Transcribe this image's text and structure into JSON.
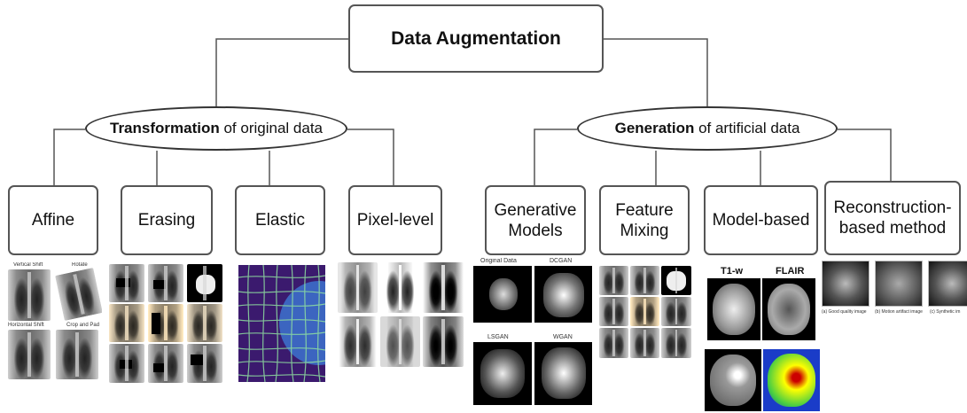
{
  "root": {
    "title": "Data Augmentation"
  },
  "branches": [
    {
      "bold": "Transformation",
      "rest": " of original data"
    },
    {
      "bold": "Generation",
      "rest": " of artificial data"
    }
  ],
  "methods": {
    "affine": "Affine",
    "erasing": "Erasing",
    "elastic": "Elastic",
    "pixel_level": "Pixel-level",
    "generative_line1": "Generative",
    "generative_line2": "Models",
    "feature_line1": "Feature",
    "feature_line2": "Mixing",
    "model_based": "Model-based",
    "reconstruction_line1": "Reconstruction-",
    "reconstruction_line2": "based method"
  },
  "affine_captions": {
    "tl": "Vertical Shift",
    "tr": "Rotate",
    "bl": "Horizontal Shift",
    "br": "Crop and Pad"
  },
  "gan_captions": {
    "tl": "Original Data",
    "tr": "DCGAN",
    "bl": "LSGAN",
    "br": "WGAN"
  },
  "mri_captions": {
    "t1": "T1-w",
    "flair": "FLAIR"
  },
  "recon_captions": {
    "a": "(a) Good quality image",
    "b": "(b) Motion artifact image",
    "c": "(c) Synthetic im"
  },
  "colors": {
    "line": "#555555",
    "elastic_bg": "#3b1a6e",
    "elastic_blob": "#3d6ec9"
  }
}
